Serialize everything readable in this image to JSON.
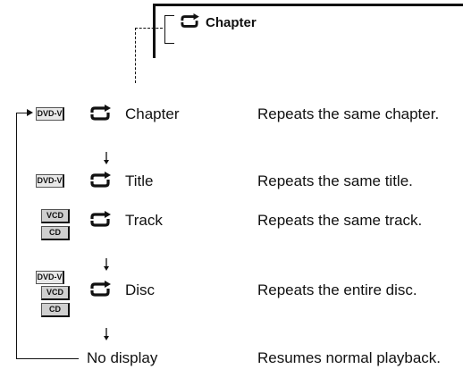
{
  "display": {
    "label": "Chapter",
    "icon": "repeat-icon"
  },
  "badges": {
    "dvd": "DVD-V",
    "vcd": "VCD",
    "cd": "CD"
  },
  "rows": [
    {
      "mode": "Chapter",
      "description": "Repeats the same chapter."
    },
    {
      "mode": "Title",
      "description": "Repeats the same title."
    },
    {
      "mode": "Track",
      "description": "Repeats the same track."
    },
    {
      "mode": "Disc",
      "description": "Repeats the entire disc."
    },
    {
      "mode": "No display",
      "description": "Resumes normal playback."
    }
  ]
}
